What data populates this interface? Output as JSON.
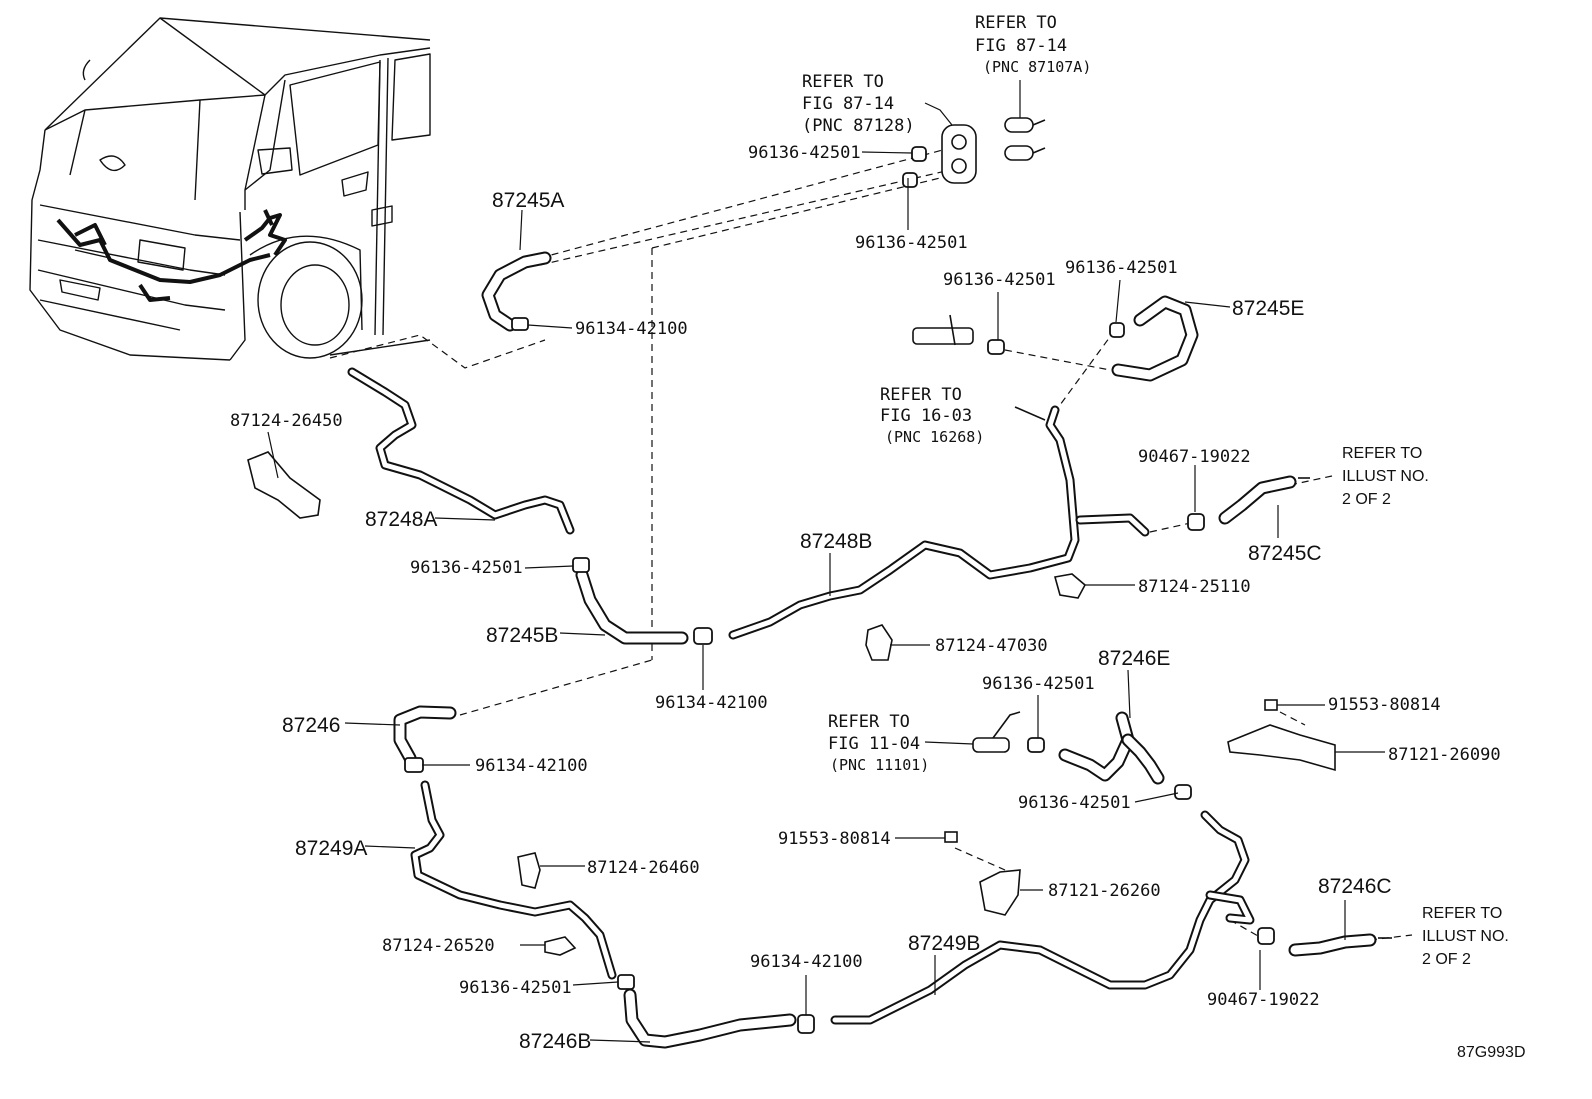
{
  "diagram_code": "87G993D",
  "references": {
    "fig_87_14_pnc_87107a": {
      "line1": "REFER TO",
      "line2": "FIG 87-14",
      "line3": "(PNC 87107A)"
    },
    "fig_87_14_pnc_87128": {
      "line1": "REFER TO",
      "line2": "FIG 87-14",
      "line3": "(PNC 87128)"
    },
    "fig_16_03": {
      "line1": "REFER TO",
      "line2": "FIG 16-03",
      "line3": "(PNC 16268)"
    },
    "fig_11_04": {
      "line1": "REFER TO",
      "line2": "FIG 11-04",
      "line3": "(PNC 11101)"
    },
    "illust_upper": {
      "line1": "REFER TO",
      "line2": "ILLUST NO.",
      "line3": "2 OF 2"
    },
    "illust_lower": {
      "line1": "REFER TO",
      "line2": "ILLUST NO.",
      "line3": "2 OF 2"
    }
  },
  "parts": {
    "p_87245A": "87245A",
    "p_87245E": "87245E",
    "p_87245C": "87245C",
    "p_87245B": "87245B",
    "p_87248A": "87248A",
    "p_87248B": "87248B",
    "p_87246": "87246",
    "p_87246E": "87246E",
    "p_87246C": "87246C",
    "p_87246B": "87246B",
    "p_87249A": "87249A",
    "p_87249B": "87249B",
    "clamp_top_a": "96136-42501",
    "clamp_top_b": "96136-42501",
    "clamp_mid_a": "96136-42501",
    "clamp_mid_b": "96136-42501",
    "clamp_left": "96136-42501",
    "clamp_lower_mid": "96136-42501",
    "clamp_lower_right": "96136-42501",
    "clamp_bottom_left": "96136-42501",
    "clip_a": "96134-42100",
    "clip_b": "96134-42100",
    "clip_c": "96134-42100",
    "clip_d": "96134-42100",
    "bracket_26450": "87124-26450",
    "bracket_25110": "87124-25110",
    "bracket_47030": "87124-47030",
    "bracket_26460": "87124-26460",
    "bracket_26520": "87124-26520",
    "clamp_90467_upper": "90467-19022",
    "clamp_90467_lower": "90467-19022",
    "bolt_upper": "91553-80814",
    "bolt_lower": "91553-80814",
    "stay_26090": "87121-26090",
    "stay_26260": "87121-26260"
  }
}
